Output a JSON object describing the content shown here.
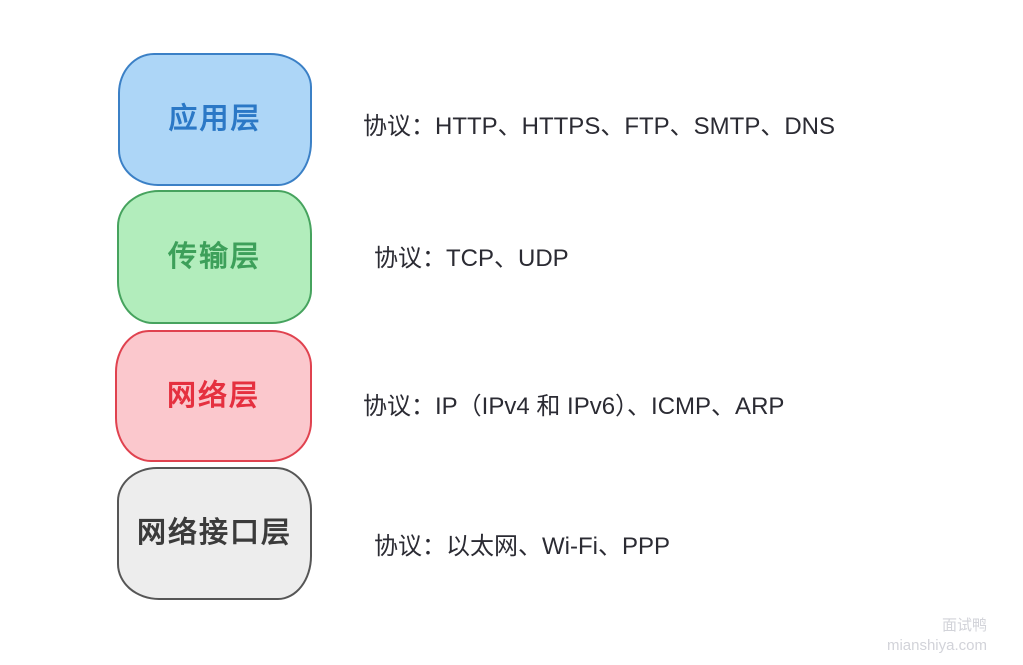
{
  "layers": [
    {
      "label": "应用层",
      "protocols_text": "协议：HTTP、HTTPS、FTP、SMTP、DNS",
      "protocols": [
        "HTTP",
        "HTTPS",
        "FTP",
        "SMTP",
        "DNS"
      ],
      "colors": {
        "fill": "#add6f7",
        "border": "#3b80c6",
        "label": "#2b78c6"
      }
    },
    {
      "label": "传输层",
      "protocols_text": "协议：TCP、UDP",
      "protocols": [
        "TCP",
        "UDP"
      ],
      "colors": {
        "fill": "#b2edbc",
        "border": "#46a35e",
        "label": "#3da05a"
      }
    },
    {
      "label": "网络层",
      "protocols_text": "协议：IP（IPv4 和 IPv6）、ICMP、ARP",
      "protocols": [
        "IP（IPv4 和 IPv6）",
        "ICMP",
        "ARP"
      ],
      "colors": {
        "fill": "#fbc8cd",
        "border": "#e0424f",
        "label": "#e5303f"
      }
    },
    {
      "label": "网络接口层",
      "protocols_text": "协议：以太网、Wi-Fi、PPP",
      "protocols": [
        "以太网",
        "Wi-Fi",
        "PPP"
      ],
      "colors": {
        "fill": "#ededed",
        "border": "#565656",
        "label": "#3b3b3b"
      }
    }
  ],
  "protocol_text_color": "#2b2b33",
  "watermark": {
    "brand": "面试鸭",
    "site": "mianshiya.com",
    "color": "#d2d3d9"
  }
}
